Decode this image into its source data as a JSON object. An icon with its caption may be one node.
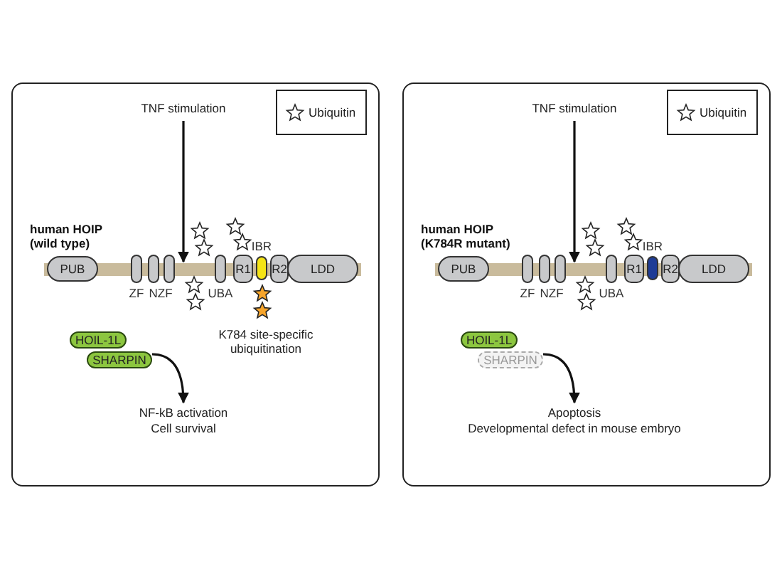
{
  "diagram": {
    "nodes": [
      {
        "text": [],
        "shape": "box"
      },
      {
        "text": [
          "TNF stimulation"
        ],
        "in": 0
      },
      {
        "text": [],
        "shape": "bar",
        "in": 0,
        "beside": [
          "human HOIP (wild type)"
        ]
      },
      {
        "text": [
          "PUB"
        ],
        "in": 0
      },
      {
        "text": [
          "ZF"
        ],
        "in": 0
      },
      {
        "text": [
          "NZF"
        ],
        "in": 0
      },
      {
        "text": [
          "UBA"
        ],
        "in": 0
      },
      {
        "text": [
          "R1"
        ],
        "in": 0
      },
      {
        "text": [
          "IBR"
        ],
        "in": 0
      },
      {
        "text": [
          "R2"
        ],
        "in": 0
      },
      {
        "text": [
          "LDD"
        ],
        "in": 0
      },
      {
        "text": [
          "HOIL-1L"
        ],
        "in": 0
      },
      {
        "text": [
          "SHARPIN"
        ],
        "in": 0
      },
      {
        "text": [
          "NF-kB activation",
          "Cell survival"
        ],
        "in": 0
      },
      {
        "text": [],
        "shape": "box"
      },
      {
        "text": [
          "TNF stimulation"
        ],
        "in": 14
      },
      {
        "text": [],
        "shape": "bar",
        "in": 14,
        "beside": [
          "human HOIP (K784R mutant)"
        ]
      },
      {
        "text": [
          "PUB"
        ],
        "in": 14
      },
      {
        "text": [
          "ZF"
        ],
        "in": 14
      },
      {
        "text": [
          "NZF"
        ],
        "in": 14
      },
      {
        "text": [
          "UBA"
        ],
        "in": 14
      },
      {
        "text": [
          "R1"
        ],
        "in": 14
      },
      {
        "text": [
          "IBR"
        ],
        "in": 14
      },
      {
        "text": [
          "R2"
        ],
        "in": 14
      },
      {
        "text": [
          "LDD"
        ],
        "in": 14
      },
      {
        "text": [
          "HOIL-1L"
        ],
        "in": 14
      },
      {
        "text": [
          "SHARPIN"
        ],
        "in": 14
      },
      {
        "text": [
          "Apoptosis",
          "Developmental defect in mouse embryo"
        ],
        "in": 14
      }
    ],
    "edges": [
      {
        "from": 1,
        "to": 2,
        "arrow": "to"
      },
      {
        "from": 12,
        "to": 13,
        "arrow": "to"
      },
      {
        "from": 15,
        "to": 16,
        "arrow": "to"
      },
      {
        "from": 26,
        "to": 27,
        "arrow": "to"
      }
    ],
    "labels": [
      "K784 site-specific ubiquitination"
    ],
    "legend": [
      {
        "text": "Ubiquitin"
      },
      {
        "text": "Ubiquitin"
      }
    ]
  }
}
